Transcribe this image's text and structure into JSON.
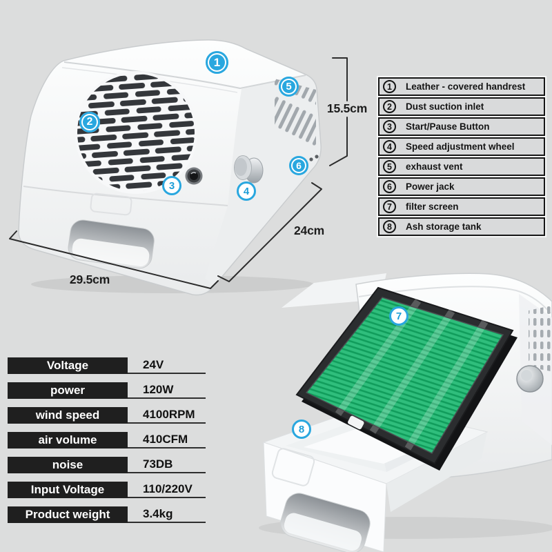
{
  "callouts": [
    {
      "number": "1"
    },
    {
      "number": "2"
    },
    {
      "number": "3"
    },
    {
      "number": "4"
    },
    {
      "number": "5"
    },
    {
      "number": "6"
    },
    {
      "number": "7"
    },
    {
      "number": "8"
    }
  ],
  "features": {
    "items": [
      {
        "number": "1",
        "label": "Leather - covered handrest"
      },
      {
        "number": "2",
        "label": "Dust suction inlet"
      },
      {
        "number": "3",
        "label": "Start/Pause Button"
      },
      {
        "number": "4",
        "label": "Speed adjustment wheel"
      },
      {
        "number": "5",
        "label": "exhaust vent"
      },
      {
        "number": "6",
        "label": "Power jack"
      },
      {
        "number": "7",
        "label": "filter screen"
      },
      {
        "number": "8",
        "label": "Ash storage tank"
      }
    ]
  },
  "specs": {
    "rows": [
      {
        "label": "Voltage",
        "value": "24V"
      },
      {
        "label": "power",
        "value": "120W"
      },
      {
        "label": "wind speed",
        "value": "4100RPM"
      },
      {
        "label": "air volume",
        "value": "410CFM"
      },
      {
        "label": "noise",
        "value": "73DB"
      },
      {
        "label": "Input Voltage",
        "value": "110/220V"
      },
      {
        "label": "Product weight",
        "value": "3.4kg"
      }
    ]
  },
  "dimensions": {
    "height": {
      "label": "15.5cm"
    },
    "depth": {
      "label": "24cm"
    },
    "width": {
      "label": "29.5cm"
    }
  },
  "colors": {
    "accent_blue": "#29a7df",
    "filter_green": "#2fbe7c",
    "background": "#dcdddd"
  }
}
